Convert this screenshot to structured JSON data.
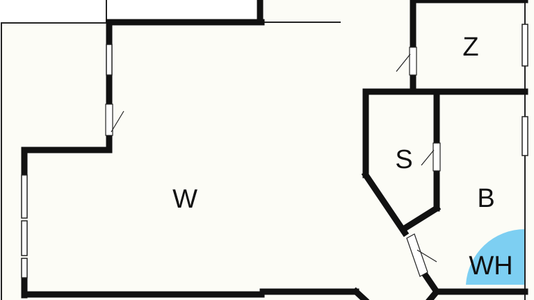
{
  "colors": {
    "floor": "#fcfcf6",
    "wall": "#111111",
    "outline": "#222222",
    "wellness_area": "#7dcff2",
    "background": "#ffffff"
  },
  "rooms": {
    "living": {
      "label": "W"
    },
    "room_z": {
      "label": "Z"
    },
    "storage": {
      "label": "S"
    },
    "bathroom": {
      "label": "B"
    },
    "wellness": {
      "label": "WH"
    }
  }
}
